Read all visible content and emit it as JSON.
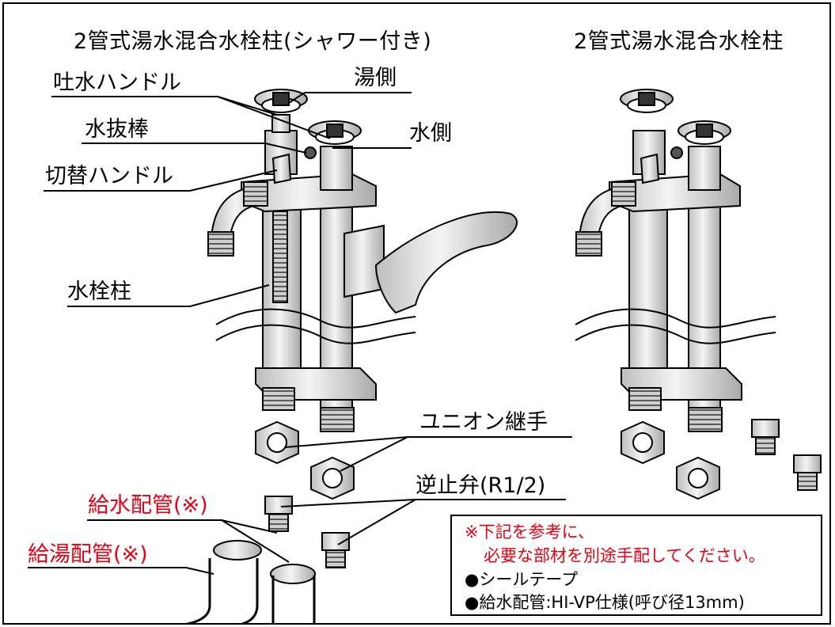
{
  "titles": {
    "left": "2管式湯水混合水栓柱(シャワー付き)",
    "right": "2管式湯水混合水栓柱"
  },
  "labels": {
    "spout_handle": "吐水ハンドル",
    "hot_side": "湯側",
    "drain_rod": "水抜棒",
    "cold_side": "水側",
    "switch_handle": "切替ハンドル",
    "post": "水栓柱",
    "union_joint": "ユニオン継手",
    "check_valve": "逆止弁(R1/2)",
    "water_pipe": "給水配管(※)",
    "hot_pipe": "給湯配管(※)"
  },
  "note": {
    "line1": "※下記を参考に、",
    "line2": "必要な部材を別途手配してください。",
    "item1": "●シールテープ",
    "item2": "●給水配管:HI-VP仕様(呼び径13mm)"
  },
  "colors": {
    "accent_red": "#e60012",
    "line": "#000000",
    "part_gray": "#d9d9d9"
  }
}
